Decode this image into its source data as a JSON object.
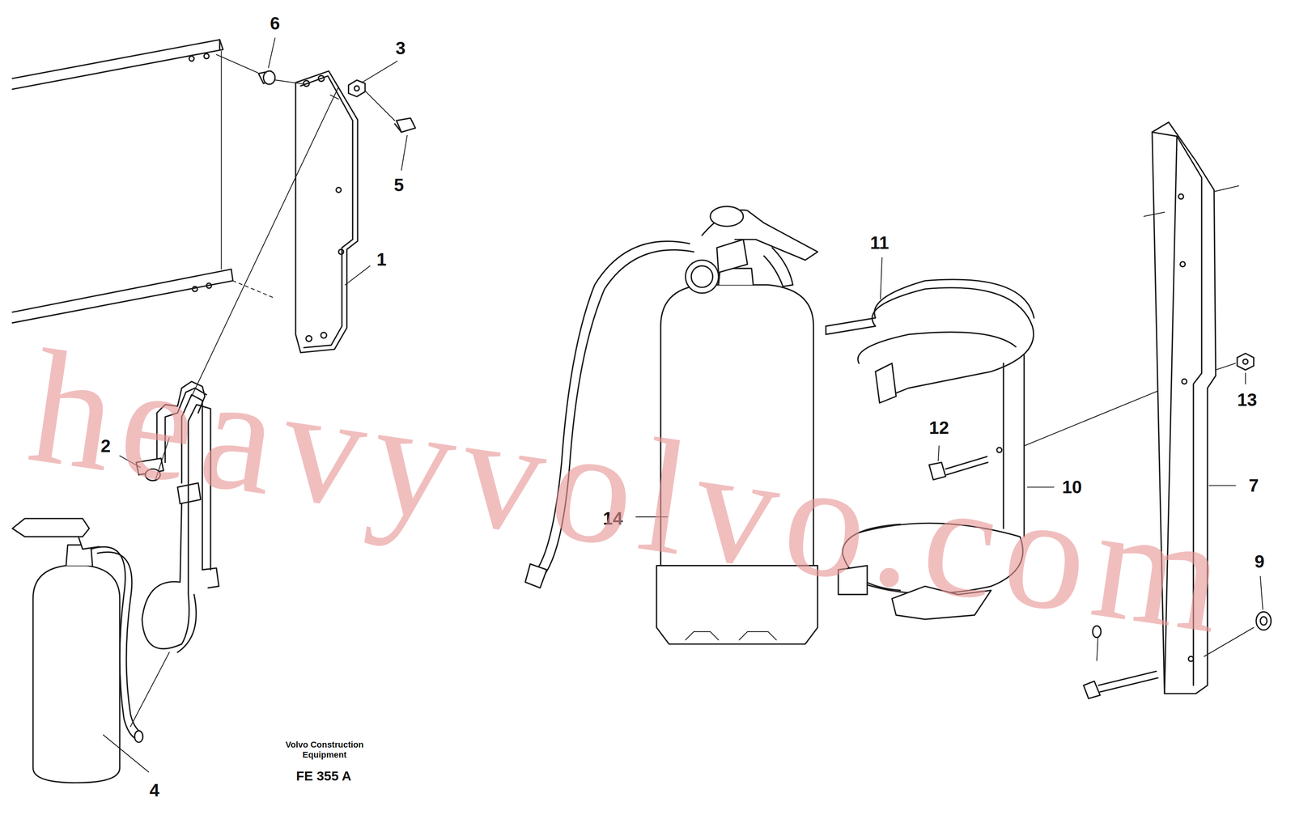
{
  "diagram": {
    "labels": [
      "6",
      "3",
      "5",
      "1",
      "2",
      "4",
      "14",
      "11",
      "12",
      "10",
      "13",
      "7",
      "9",
      "Volvo Construction Equipment",
      "FE 355 A",
      "heavyvolvo.com"
    ]
  }
}
